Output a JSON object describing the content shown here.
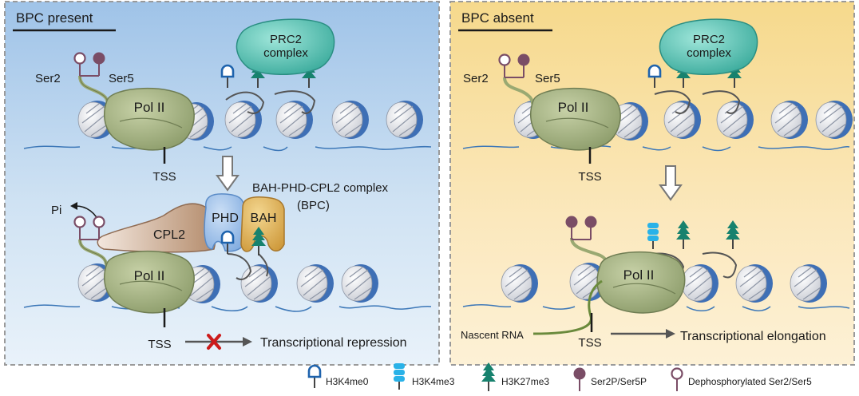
{
  "left_panel": {
    "title": "BPC present",
    "ser2": "Ser2",
    "ser5": "Ser5",
    "prc2_line1": "PRC2",
    "prc2_line2": "complex",
    "pol2_top": "Pol II",
    "tss_top": "TSS",
    "complex_title": "BAH-PHD-CPL2 complex",
    "complex_abbrev": "(BPC)",
    "pi": "Pi",
    "cpl2": "CPL2",
    "phd": "PHD",
    "bah": "BAH",
    "pol2_bottom": "Pol II",
    "tss_bottom": "TSS",
    "result": "Transcriptional repression"
  },
  "right_panel": {
    "title": "BPC absent",
    "ser2": "Ser2",
    "ser5": "Ser5",
    "prc2_line1": "PRC2",
    "prc2_line2": "complex",
    "pol2_top": "Pol II",
    "tss_top": "TSS",
    "pol2_bottom": "Pol II",
    "nascent_rna": "Nascent RNA",
    "tss_bottom": "TSS",
    "result": "Transcriptional elongation"
  },
  "legend": {
    "h3k4me0": "H3K4me0",
    "h3k4me3": "H3K4me3",
    "h3k27me3": "H3K27me3",
    "ser_p": "Ser2P/Ser5P",
    "dephos": "Dephosphorylated Ser2/Ser5"
  },
  "colors": {
    "left_bg": "#c7ddf2",
    "right_bg": "#f8df9c",
    "dna": "#3d78b8",
    "pol2": "#9aa978",
    "prc2": "#41b7a9",
    "cpl2": "#c09a7c",
    "phd": "#8cb6e6",
    "bah": "#d9a94e",
    "h3k4me0": "#1e63ad",
    "h3k4me3": "#29b2e8",
    "h3k27me3": "#17826e",
    "ser_p": "#7a4d66",
    "repress_x": "#cc1b1b"
  }
}
